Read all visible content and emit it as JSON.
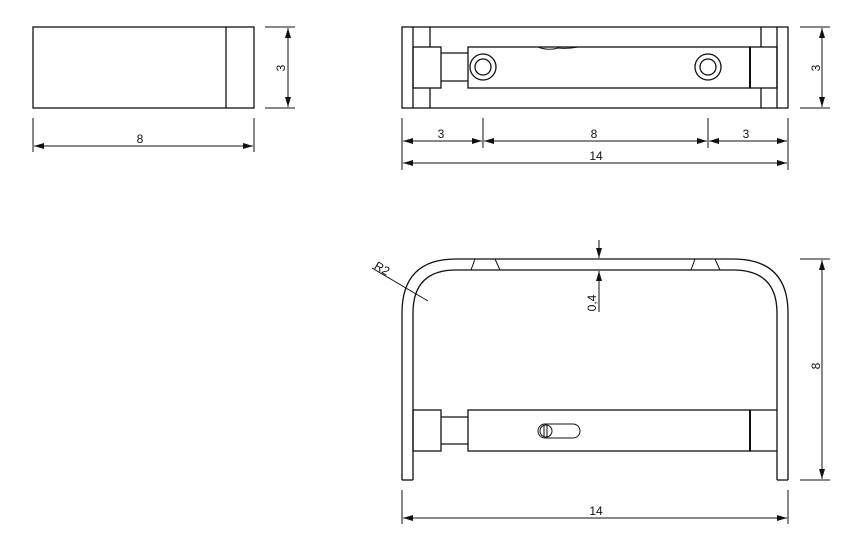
{
  "drawing": {
    "type": "technical-drawing",
    "line_color": "#111111",
    "background": "#ffffff",
    "views": {
      "side_view": {
        "dimensions": {
          "width": "8",
          "height": "3"
        }
      },
      "top_view": {
        "dimensions": {
          "left_segment": "3",
          "middle_segment": "8",
          "right_segment": "3",
          "total_width": "14",
          "height": "3"
        }
      },
      "front_view": {
        "dimensions": {
          "bend_radius": "R2",
          "wall_thickness": "0,4",
          "height": "8",
          "total_width": "14"
        }
      }
    }
  }
}
